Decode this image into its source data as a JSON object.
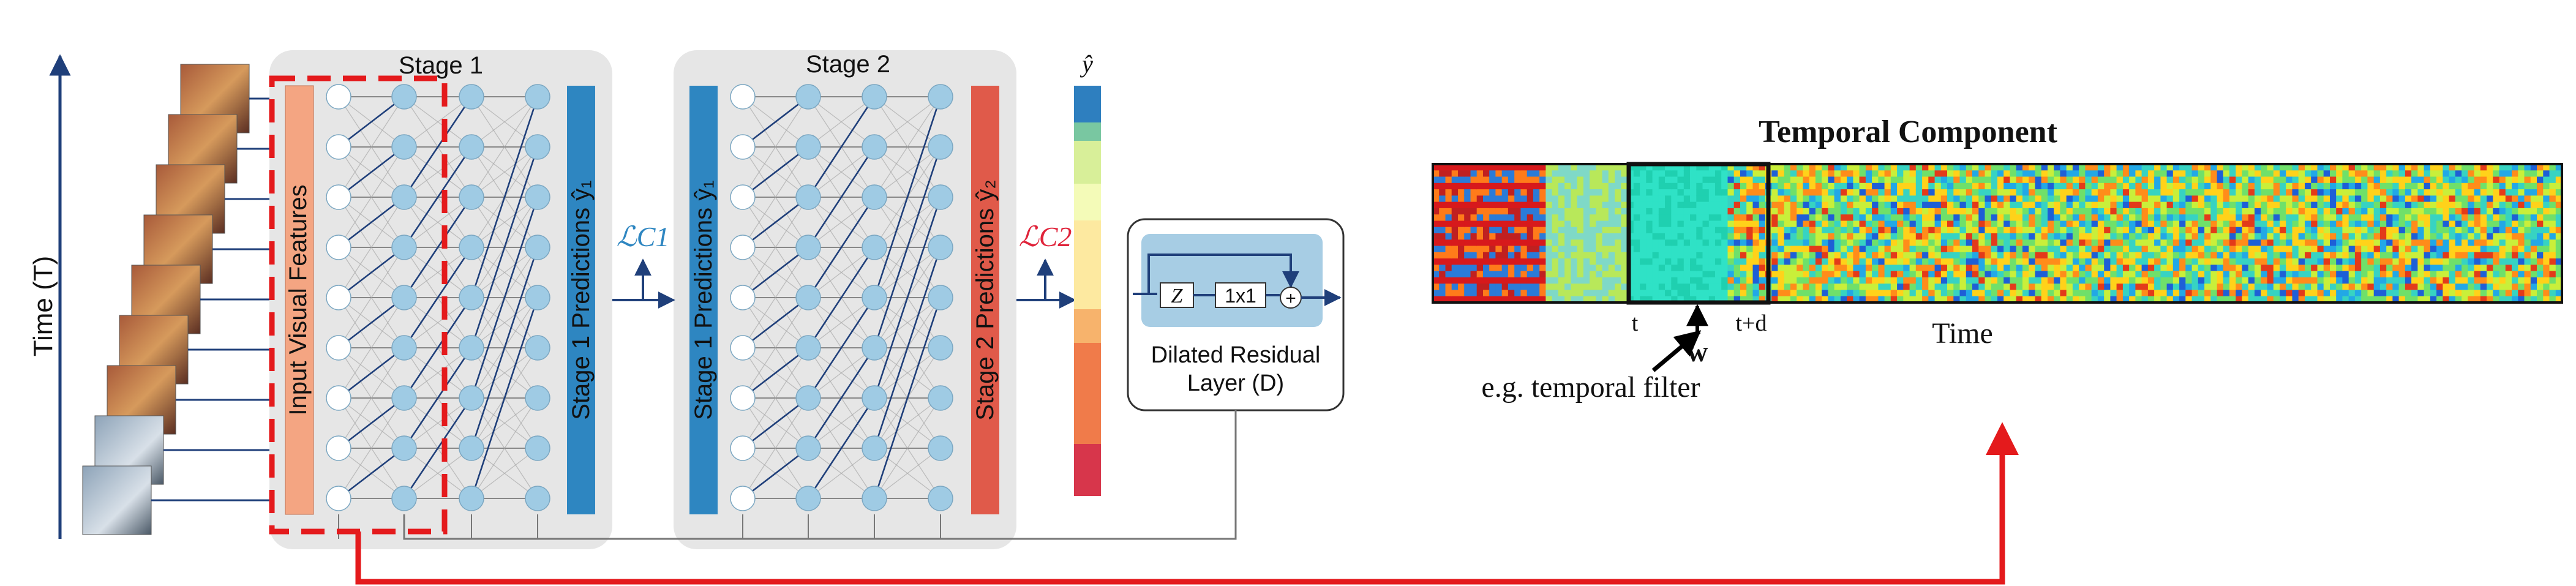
{
  "stage1": {
    "title": "Stage 1",
    "input_label": "Input Visual Features",
    "pred_label": "Stage 1 Predictions ŷ₁"
  },
  "stage2": {
    "title": "Stage 2",
    "input_label": "Stage 1 Predictions ŷ₁",
    "pred_label": "Stage 2 Predictions ŷ₂"
  },
  "time_axis": {
    "label": "Time (T)"
  },
  "losses": {
    "l1": "ℒC1",
    "l2": "ℒC2"
  },
  "output": {
    "label": "ŷ"
  },
  "dilated": {
    "z": "Z",
    "conv": "1x1",
    "plus": "+",
    "line1": "Dilated Residual",
    "line2": "Layer (D)"
  },
  "temporal": {
    "title": "Temporal Component",
    "time_label": "Time",
    "t": "t",
    "w": "w",
    "td": "t+d",
    "filter_label": "e.g. temporal filter"
  },
  "colors": {
    "stage_bg": "#e6e6e6",
    "node": "#9fcbe4",
    "input_bar": "#f4a582",
    "pred1": "#2e86c1",
    "pred2": "#e05a4a",
    "arrow_dark": "#1f3f7a",
    "dashed_red": "#e41a1c",
    "loss1": "#2e86c1",
    "loss2": "#e0233a",
    "output_segments": [
      "#2e7fbf",
      "#79c7a1",
      "#d8ef99",
      "#f4fbb8",
      "#fde9a0",
      "#f7b36c",
      "#f07b4a",
      "#d7364b"
    ]
  }
}
